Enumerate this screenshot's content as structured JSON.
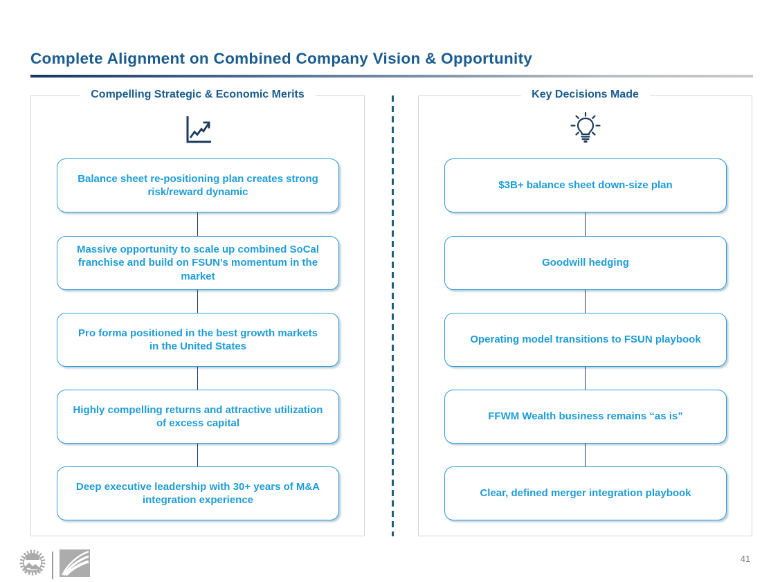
{
  "slide": {
    "title": "Complete Alignment on Combined Company Vision & Opportunity",
    "page_number": "41"
  },
  "panels": {
    "left": {
      "title": "Compelling Strategic & Economic Merits",
      "icon": "trend-up-chart-icon",
      "boxes": [
        "Balance sheet re-positioning plan creates strong risk/reward dynamic",
        "Massive opportunity to scale up combined SoCal franchise and build on FSUN’s momentum in the market",
        "Pro forma positioned in the best growth markets in the United States",
        "Highly compelling returns and attractive utilization of excess capital",
        "Deep executive leadership with 30+ years of M&A integration experience"
      ]
    },
    "right": {
      "title": "Key Decisions Made",
      "icon": "lightbulb-icon",
      "boxes": [
        "$3B+ balance sheet down-size plan",
        "Goodwill hedging",
        "Operating model transitions to FSUN playbook",
        "FFWM Wealth business remains “as is”",
        "Clear, defined merger integration playbook"
      ]
    }
  },
  "colors": {
    "title_navy": "#1A5C8E",
    "box_text_blue": "#1E9CD8",
    "box_border_blue": "#2E9BD5",
    "icon_navy": "#1B3A5C",
    "divider_teal": "#215E7C",
    "rule_gradient_start": "#17375E",
    "rule_gradient_end": "#C9C9C9",
    "panel_border_gray": "#D3D3D3",
    "footer_logo_gray": "#A9A9A9"
  }
}
